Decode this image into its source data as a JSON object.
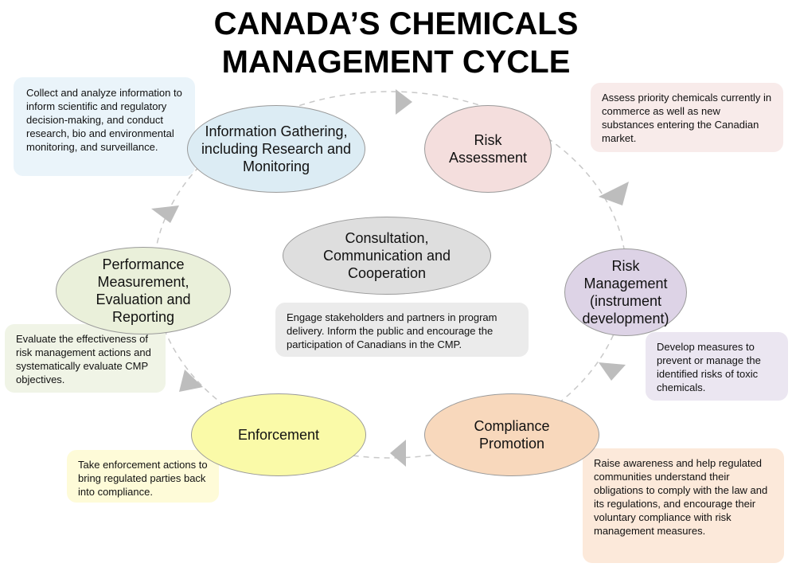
{
  "title_line1": "CANADA’S CHEMICALS",
  "title_line2": "MANAGEMENT CYCLE",
  "stages": {
    "info": {
      "label": "Information Gathering, including Research and Monitoring",
      "color": "#dcecf4",
      "description": "Collect and analyze information to inform scientific and regulatory decision-making, and conduct research, bio and environmental monitoring, and surveillance.",
      "box_color": "#eaf4fa"
    },
    "assessment": {
      "label": "Risk Assessment",
      "color": "#f4dedd",
      "description": "Assess priority chemicals currently in commerce as well as new substances entering the Canadian market.",
      "box_color": "#f8ebea"
    },
    "management": {
      "label": "Risk Management (instrument development)",
      "color": "#ddd3e6",
      "description": "Develop measures to prevent or manage the identified risks of toxic chemicals.",
      "box_color": "#ebe6f1"
    },
    "compliance": {
      "label": "Compliance Promotion",
      "color": "#f8d8bc",
      "description": "Raise awareness and help regulated communities understand their obligations to comply with the law and its regulations, and encourage their voluntary compliance with risk management measures.",
      "box_color": "#fce9da"
    },
    "enforcement": {
      "label": "Enforcement",
      "color": "#fafaa8",
      "description": "Take enforcement actions to bring regulated parties back into compliance.",
      "box_color": "#fefbd8"
    },
    "performance": {
      "label": "Performance Measurement, Evaluation and Reporting",
      "color": "#eaf0da",
      "description": "Evaluate the effectiveness of risk management actions and systematically evaluate CMP objectives.",
      "box_color": "#f0f4e6"
    }
  },
  "center": {
    "label": "Consultation, Communication and Cooperation",
    "color": "#dedede",
    "description": "Engage stakeholders and partners in program delivery. Inform the public and encourage the participation of Canadians in the CMP.",
    "box_color": "#ebebeb"
  }
}
